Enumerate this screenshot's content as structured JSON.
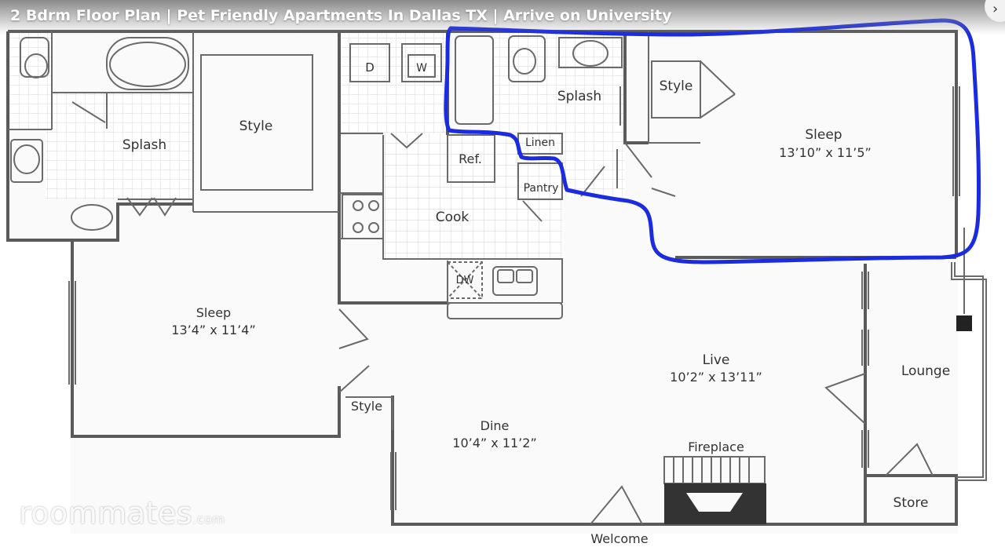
{
  "header": {
    "title": "2 Bdrm Floor Plan | Pet Friendly Apartments In Dallas TX | Arrive on University",
    "next_icon": "chevron-right-icon"
  },
  "rooms": {
    "splash_left": "Splash",
    "style_left_top": "Style",
    "sleep_left": "Sleep",
    "sleep_left_size": "13’4” x 11’4”",
    "style_small": "Style",
    "dryer": "D",
    "washer": "W",
    "splash_center": "Splash",
    "ref": "Ref.",
    "linen": "Linen",
    "pantry": "Pantry",
    "cook": "Cook",
    "dw": "DW",
    "style_right": "Style",
    "sleep_right": "Sleep",
    "sleep_right_size": "13’10” x 11’5”",
    "live": "Live",
    "live_size": "10’2” x 13’11”",
    "lounge": "Lounge",
    "dine": "Dine",
    "dine_size": "10’4” x 11’2”",
    "fireplace": "Fireplace",
    "store": "Store",
    "welcome": "Welcome"
  },
  "highlight": {
    "color": "#1a2be0"
  },
  "watermark": {
    "brand": "roommates",
    "suffix": ".com"
  }
}
